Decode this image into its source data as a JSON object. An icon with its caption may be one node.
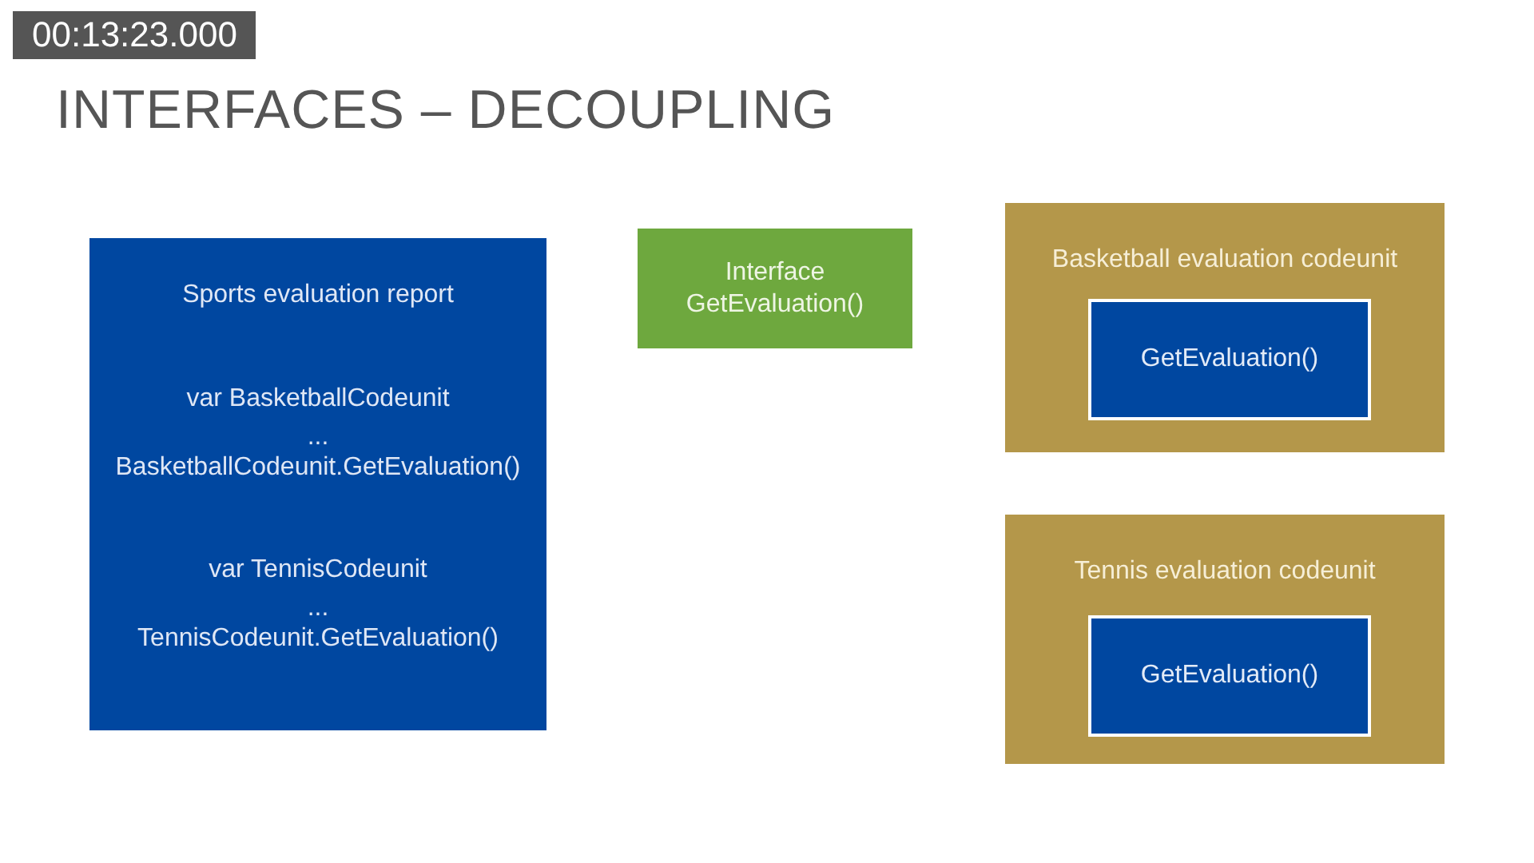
{
  "diagram": {
    "title": "INTERFACES – DECOUPLING",
    "nodes": [
      {
        "text": [
          "Sports evaluation report",
          "var BasketballCodeunit",
          "...",
          "BasketballCodeunit.GetEvaluation()",
          "var TennisCodeunit",
          "...",
          "TennisCodeunit.GetEvaluation()"
        ]
      },
      {
        "text": [
          "Interface",
          "GetEvaluation()"
        ]
      },
      {
        "text": [
          "Basketball evaluation codeunit"
        ]
      },
      {
        "text": [
          "GetEvaluation()"
        ],
        "in": 2
      },
      {
        "text": [
          "Tennis evaluation codeunit"
        ]
      },
      {
        "text": [
          "GetEvaluation()"
        ],
        "in": 4
      }
    ],
    "labels": [
      "00:13:23.000"
    ]
  }
}
